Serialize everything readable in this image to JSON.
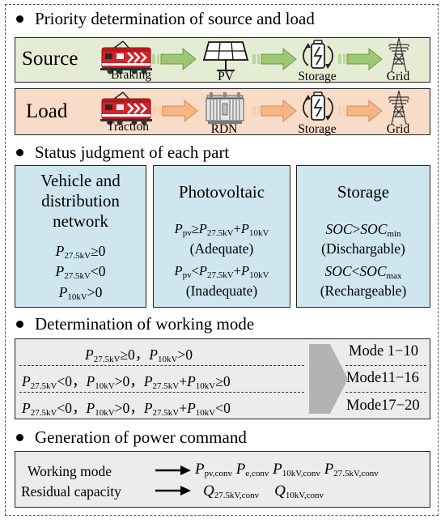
{
  "section1": {
    "heading": "Priority determination of source and load",
    "source": {
      "label": "Source",
      "items": [
        "Braking",
        "PV",
        "Storage",
        "Grid"
      ]
    },
    "load": {
      "label": "Load",
      "items": [
        "Traction",
        "RDN",
        "Storage",
        "Grid"
      ]
    }
  },
  "section2": {
    "heading": "Status judgment of each part",
    "vehicle": {
      "title_lines": [
        "Vehicle and",
        "distribution",
        "network"
      ]
    },
    "pv": {
      "title": "Photovoltaic",
      "adequate": "(Adequate)",
      "inadequate": "(Inadequate)"
    },
    "storage": {
      "title": "Storage",
      "dischargeable": "(Dischargable)",
      "rechargeable": "(Rechargeable)"
    }
  },
  "section3": {
    "heading": "Determination of working mode",
    "modes": [
      "Mode 1−10",
      "Mode11−16",
      "Mode17−20"
    ]
  },
  "section4": {
    "heading": "Generation of power command",
    "rows": [
      "Working mode",
      "Residual capacity"
    ]
  },
  "colors": {
    "source_bg": "#e4edd4",
    "load_bg": "#f8dcc8",
    "status_bg": "#cfe6ee",
    "mode_bg": "#ececec",
    "green_arrow": "#93c06b",
    "orange_arrow": "#f5b17c",
    "train_red": "#d5232b"
  },
  "icons": [
    "train-icon",
    "solar-panel-icon",
    "battery-storage-icon",
    "transmission-tower-icon",
    "transformer-icon"
  ]
}
